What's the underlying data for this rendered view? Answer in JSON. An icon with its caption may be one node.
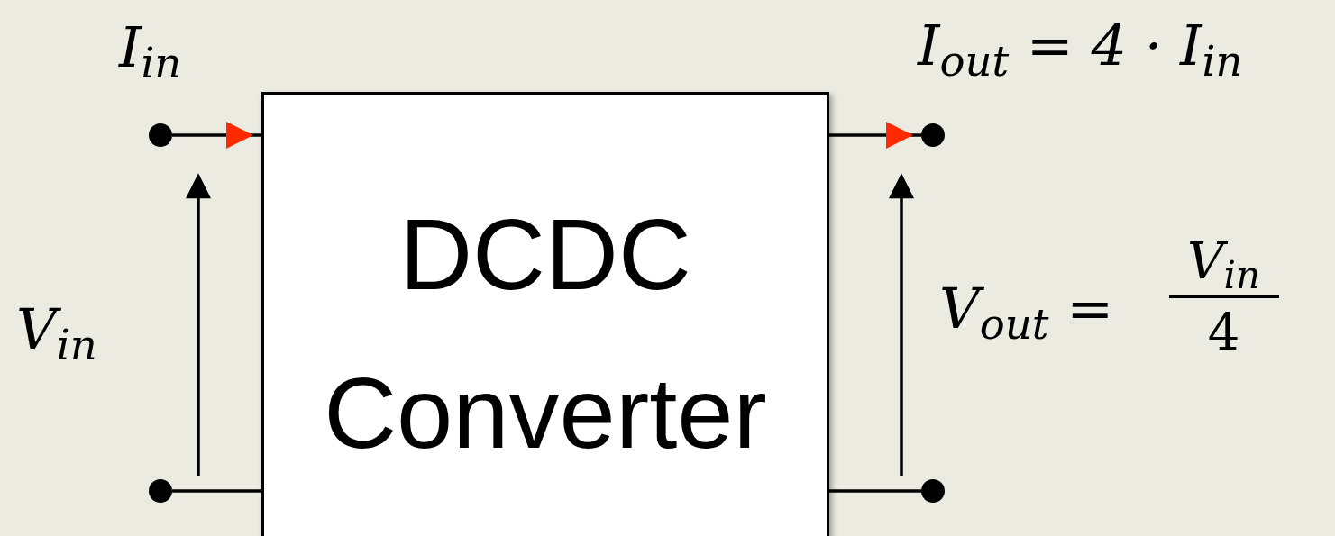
{
  "diagram": {
    "nodes": [
      {
        "text": [
          "DCDC Converter"
        ]
      },
      {
        "text": [],
        "shape": "circle"
      },
      {
        "text": [],
        "shape": "circle"
      },
      {
        "text": [],
        "shape": "circle"
      },
      {
        "text": [],
        "shape": "circle"
      }
    ],
    "edges": [
      {
        "from": 1,
        "to": 0,
        "arrow": "to"
      },
      {
        "from": 0,
        "to": 3,
        "arrow": "to"
      },
      {
        "from": 2,
        "to": 0,
        "arrow": "none"
      },
      {
        "from": 0,
        "to": 4,
        "arrow": "none"
      }
    ],
    "labels": [
      "I$_{in}$",
      "V$_{in}$",
      "I$_{out}$ = 4 · I$_{in}$",
      "V$_{out}$ =",
      "V$_{in}$",
      "4"
    ]
  }
}
